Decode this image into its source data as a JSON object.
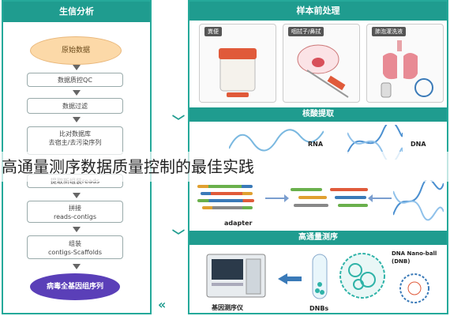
{
  "left_panel": {
    "title": "生信分析",
    "steps": [
      "原始数据",
      "数据质控QC",
      "数据过滤",
      "比对数据库",
      "去宿主/去污染序列",
      "提取新组装reads",
      "拼接",
      "reads-contigs",
      "组装",
      "contigs-Scaffolds"
    ],
    "final": "病毒全基因组序列"
  },
  "right_panel": {
    "section1_title": "样本前处理",
    "cards": [
      "粪便",
      "咽拭子/鼻拭",
      "肺泡灌洗液"
    ],
    "section2_title": "核酸提取",
    "rna_label": "RNA",
    "dna_label": "DNA",
    "adapter_label": "adapter",
    "section3_title": "高通量测序",
    "sequencer_label": "基因测序仪",
    "dnb_label": "DNA Nano-ball (DNB)",
    "dnbs_label": "DNBs"
  },
  "caption": "高通量测序数据质量控制的最佳实践",
  "colors": {
    "accent": "#1f9c8f",
    "oval_fill": "#fcd9a8",
    "final_fill": "#5a3fb8"
  }
}
